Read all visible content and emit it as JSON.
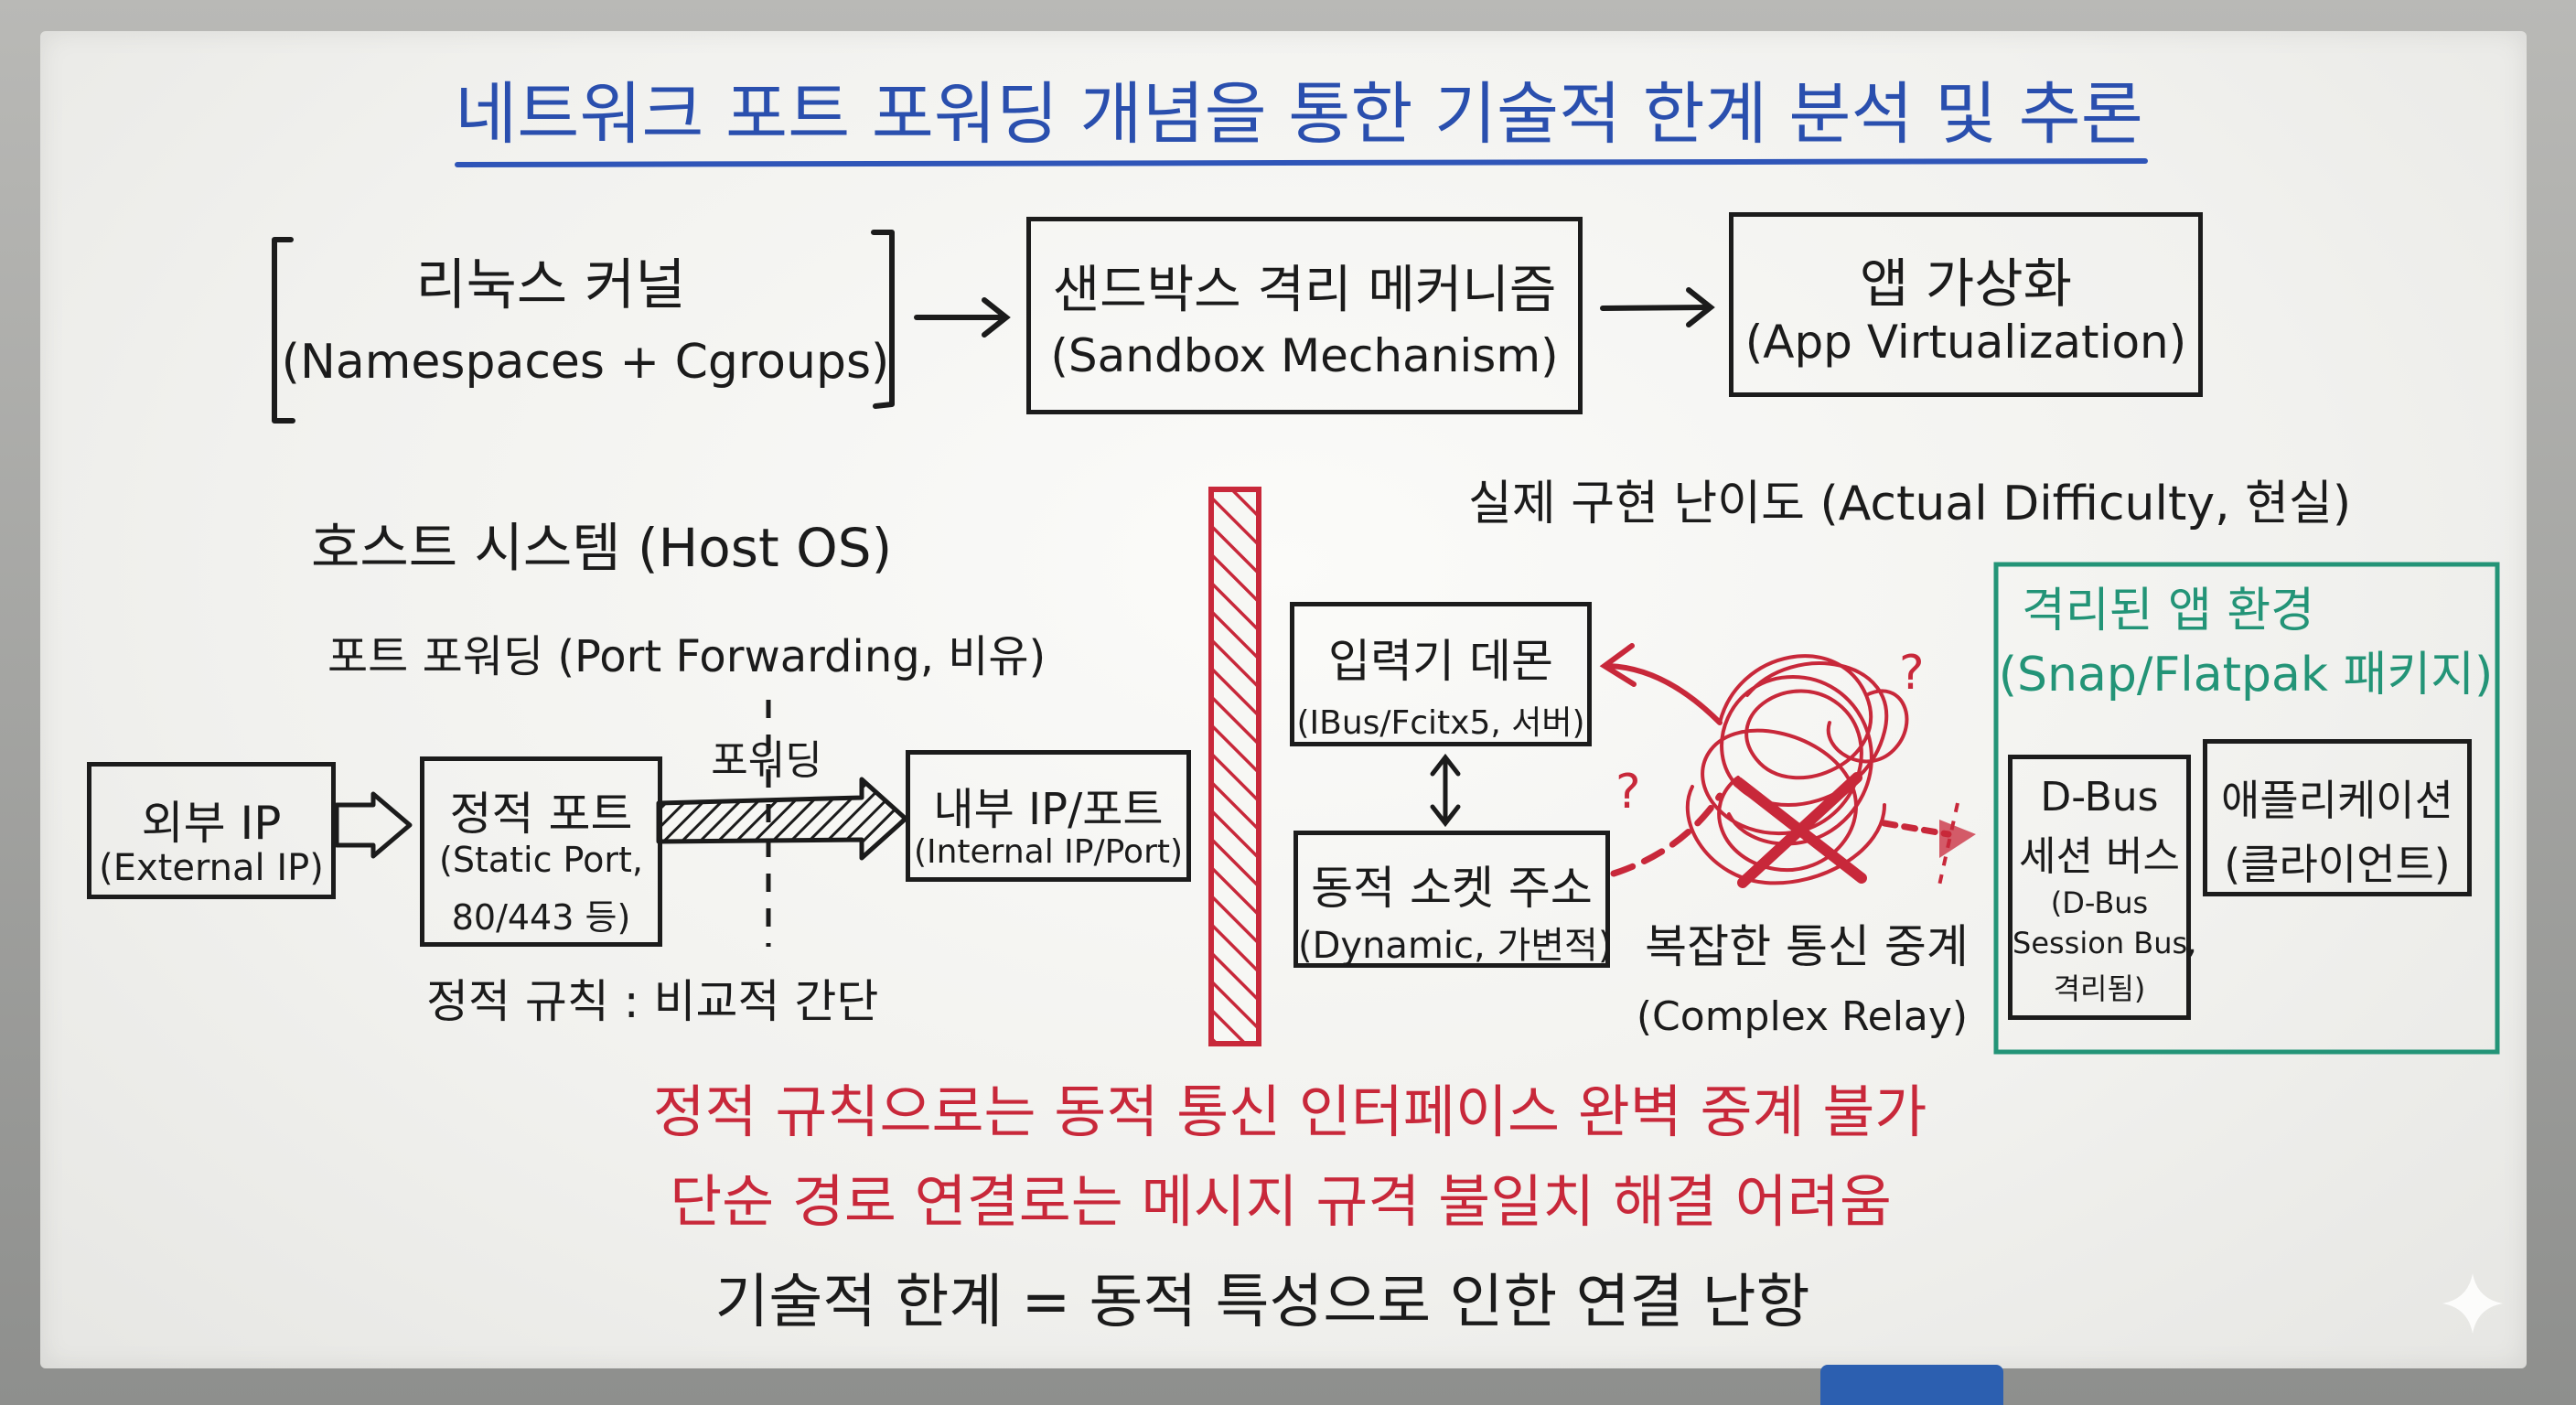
{
  "title": "네트워크 포트 포워딩 개념을 통한 기술적 한계 분석 및 추론",
  "top_flow": {
    "kernel_name": "리눅스 커널",
    "kernel_sub": "(Namespaces + Cgroups)",
    "sandbox_name": "샌드박스 격리 메커니즘",
    "sandbox_sub": "(Sandbox Mechanism)",
    "appvirt_name": "앱 가상화",
    "appvirt_sub": "(App Virtualization)"
  },
  "left": {
    "heading": "호스트 시스템 (Host OS)",
    "sub_heading": "포트 포워딩 (Port Forwarding, 비유)",
    "external_name": "외부 IP",
    "external_sub": "(External IP)",
    "static_name": "정적 포트",
    "static_sub1": "(Static Port,",
    "static_sub2": "80/443 등)",
    "forward_label": "포워딩",
    "internal_name": "내부 IP/포트",
    "internal_sub": "(Internal IP/Port)",
    "rule_note": "정적 규칙 : 비교적 간단"
  },
  "right": {
    "heading": "실제 구현 난이도 (Actual Difficulty, 현실)",
    "ime_name": "입력기 데몬",
    "ime_sub": "(IBus/Fcitx5, 서버)",
    "socket_name": "동적 소켓 주소",
    "socket_sub": "(Dynamic, 가변적)",
    "relay_name": "복잡한 통신 중계",
    "relay_sub": "(Complex Relay)",
    "question_mark": "?",
    "iso_title": "격리된 앱 환경",
    "iso_sub": "(Snap/Flatpak 패키지)",
    "dbus_line1": "D-Bus",
    "dbus_line2": "세션 버스",
    "dbus_sub1": "(D-Bus",
    "dbus_sub2": "Session Bus,",
    "dbus_sub3": "격리됨)",
    "client_line1": "애플리케이션",
    "client_line2": "(클라이언트)"
  },
  "conclusion": {
    "red_line1": "정적 규칙으로는 동적 통신 인터페이스 완벽 중계 불가",
    "red_line2": "단순 경로 연결로는 메시지 규격 불일치 해결 어려움",
    "final": "기술적 한계 = 동적 특성으로 인한 연결 난항"
  },
  "colors": {
    "ink": "#1b1b1b",
    "red": "#c8283a",
    "teal": "#239477",
    "blue_underline": "#2f55b8"
  }
}
